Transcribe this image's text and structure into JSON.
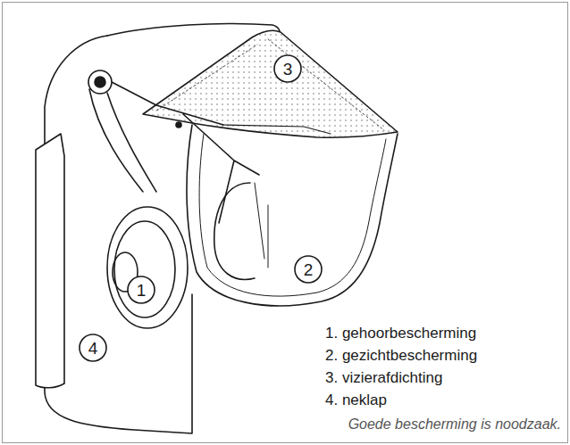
{
  "diagram": {
    "caption": "Goede bescherming is noodzaak.",
    "labels": [
      "1",
      "2",
      "3",
      "4",
      "1. gehoorbescherming",
      "2. gezichtbescherming",
      "3. vizierafdichting",
      "4. neklap"
    ]
  }
}
